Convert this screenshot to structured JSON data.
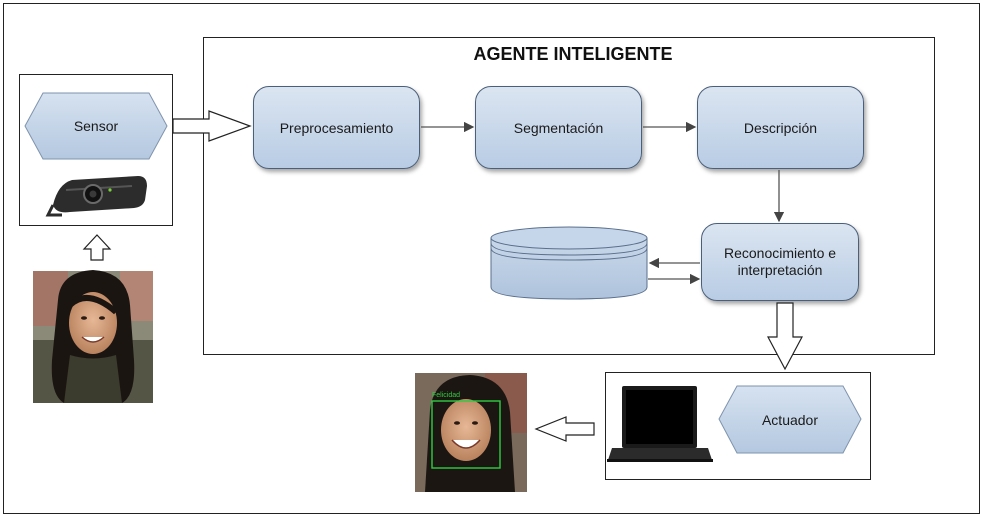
{
  "title": "AGENTE INTELIGENTE",
  "nodes": {
    "sensor": "Sensor",
    "preprocesamiento": "Preprocesamiento",
    "segmentacion": "Segmentación",
    "descripcion": "Descripción",
    "reconocimiento": "Reconocimiento e interpretación",
    "actuador": "Actuador"
  },
  "output": {
    "detection_label": "Felicidad"
  },
  "colors": {
    "node_fill": "#c6d6ea",
    "node_border": "#4a5f7a",
    "detection_box": "#2ecc40"
  },
  "icons": [
    "webcam-icon",
    "laptop-icon",
    "database-icon"
  ]
}
